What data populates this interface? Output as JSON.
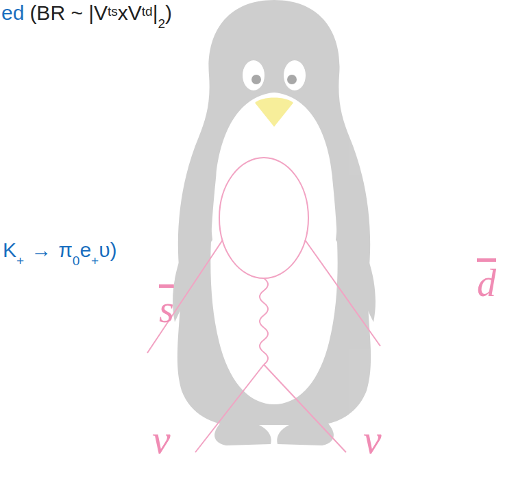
{
  "diagram": {
    "labels": [
      "ed",
      "(BR ~ |V",
      "ts",
      "xV",
      "td",
      "|",
      "2",
      ")",
      "K",
      "+",
      "→",
      "π",
      "0",
      "e",
      "+",
      "υ)",
      "s",
      "d",
      "ν",
      "ν"
    ]
  }
}
